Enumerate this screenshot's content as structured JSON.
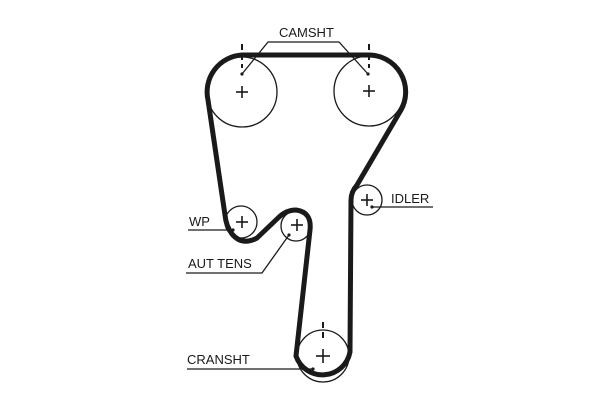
{
  "diagram": {
    "title": "Timing belt routing diagram",
    "labels": {
      "camshaft": "CAMSHT",
      "idler": "IDLER",
      "water_pump": "WP",
      "auto_tensioner": "AUT TENS",
      "crankshaft": "CRANSHT"
    },
    "components": [
      {
        "id": "camshaft-left",
        "label_ref": "camshaft"
      },
      {
        "id": "camshaft-right",
        "label_ref": "camshaft"
      },
      {
        "id": "idler",
        "label_ref": "idler"
      },
      {
        "id": "water-pump",
        "label_ref": "water_pump"
      },
      {
        "id": "auto-tensioner",
        "label_ref": "auto_tensioner"
      },
      {
        "id": "crankshaft",
        "label_ref": "crankshaft"
      }
    ],
    "colors": {
      "line": "#1a1a1a",
      "background": "#ffffff"
    }
  }
}
